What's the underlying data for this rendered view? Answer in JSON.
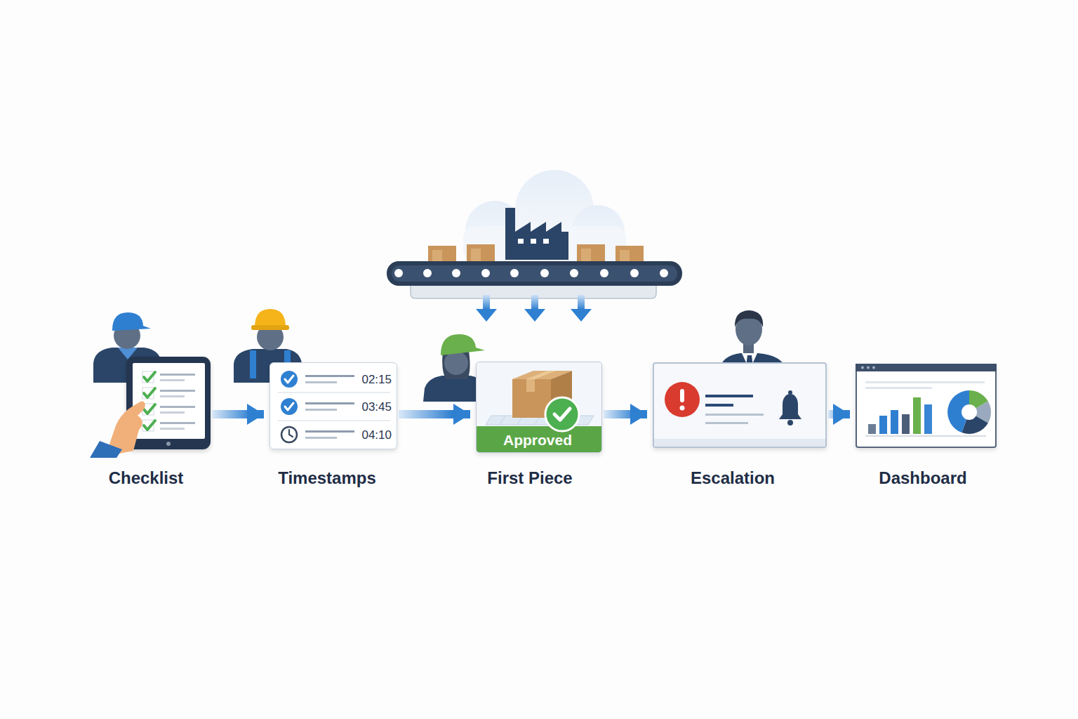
{
  "diagram": {
    "nodes": [
      {
        "text": [
          "Checklist"
        ]
      },
      {
        "text": [
          "Timestamps",
          "02:15",
          "03:45",
          "04:10"
        ]
      },
      {
        "text": [
          "First Piece",
          "Approved"
        ]
      },
      {
        "text": [
          "Escalation"
        ]
      },
      {
        "text": [
          "Dashboard"
        ]
      }
    ],
    "edges": [
      {
        "from": 0,
        "to": 1,
        "arrow": "to"
      },
      {
        "from": 1,
        "to": 2,
        "arrow": "to"
      },
      {
        "from": 2,
        "to": 3,
        "arrow": "to"
      },
      {
        "from": 3,
        "to": 4,
        "arrow": "to"
      }
    ]
  }
}
